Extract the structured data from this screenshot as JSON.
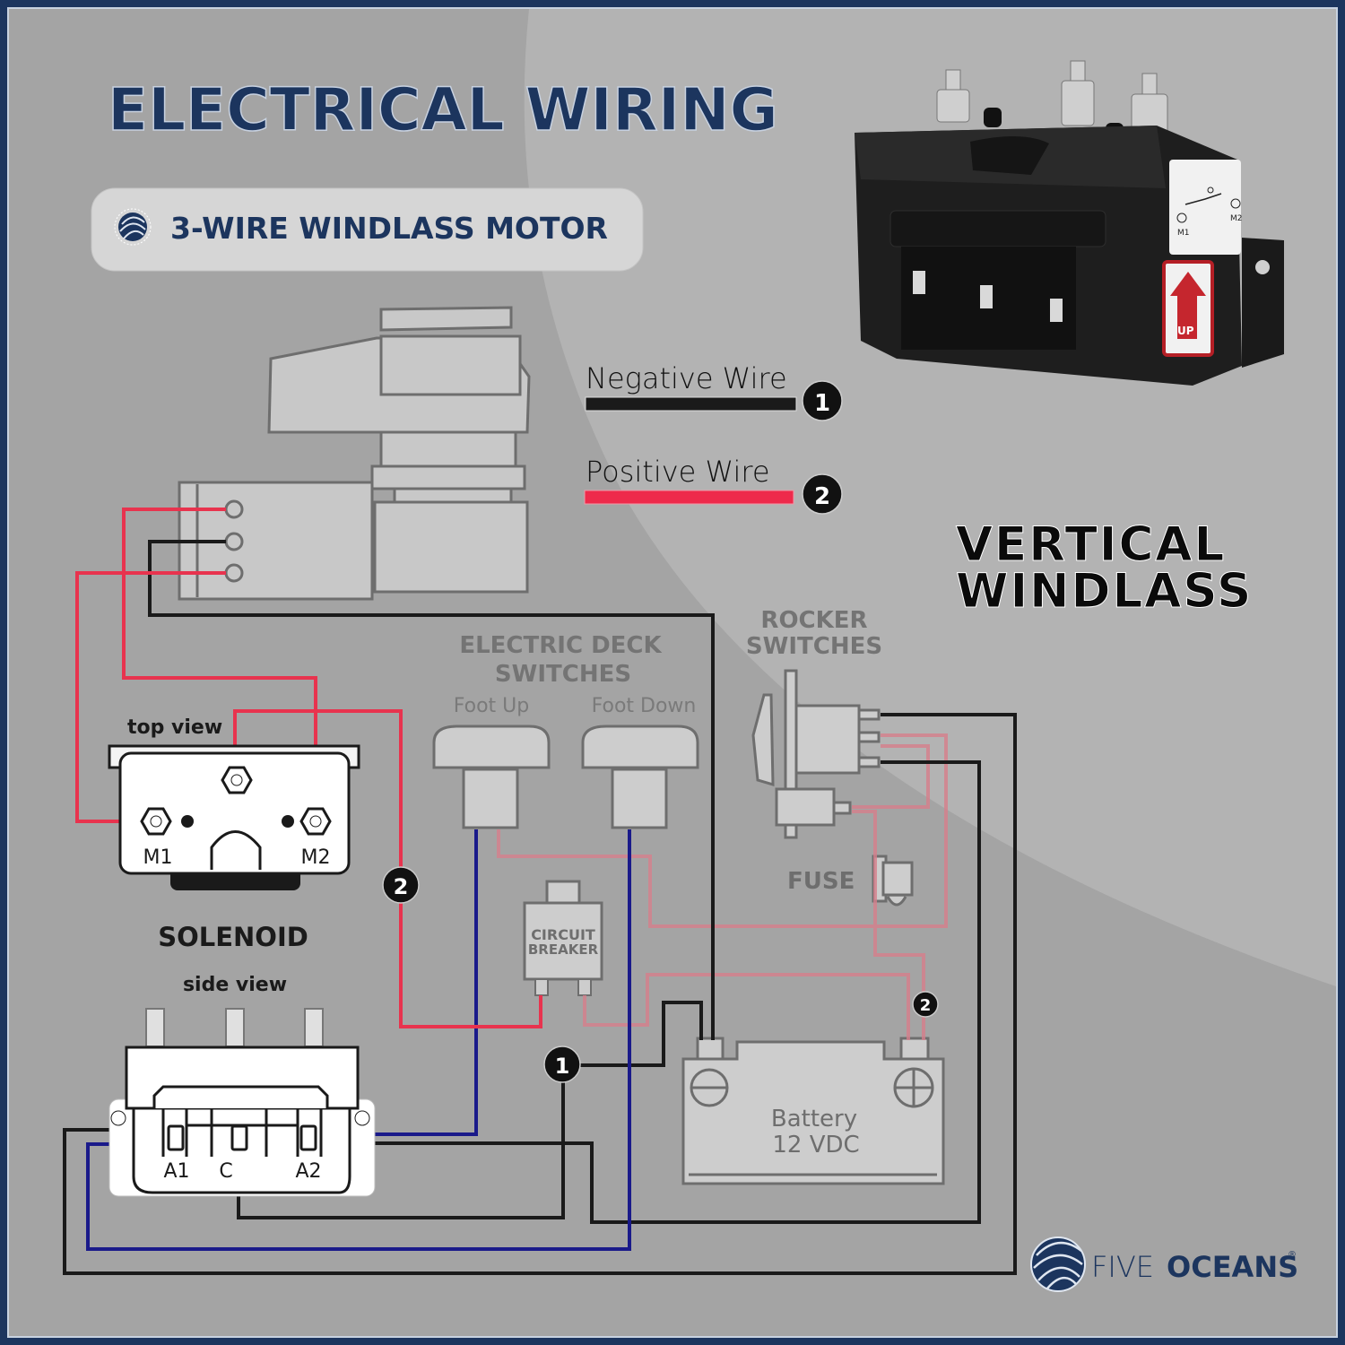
{
  "header": {
    "title": "ELECTRICAL WIRING",
    "subtitle_pill": "3-WIRE WINDLASS MOTOR",
    "pill_icon": "fiveoceans-wave-logo-icon"
  },
  "product_label": {
    "line1": "VERTICAL",
    "line2": "WINDLASS"
  },
  "legend": {
    "items": [
      {
        "label": "Negative Wire",
        "number": "1",
        "color": "#1a1a1a"
      },
      {
        "label": "Positive Wire",
        "number": "2",
        "color": "#ee2a4b"
      }
    ]
  },
  "photo": {
    "description": "Black solenoid relay box with three terminal studs",
    "sticker_left": "M1",
    "sticker_right": "M2",
    "up_label": "UP"
  },
  "solenoid": {
    "top_view_label": "top view",
    "title": "SOLENOID",
    "side_view_label": "side view",
    "terminal_m1": "M1",
    "terminal_m2": "M2",
    "terminal_a1": "A1",
    "terminal_c": "C",
    "terminal_a2": "A2"
  },
  "deck_switches": {
    "title_line1": "ELECTRIC DECK",
    "title_line2": "SWITCHES",
    "foot_up": "Foot Up",
    "foot_down": "Foot Down"
  },
  "rocker_switches": {
    "title_line1": "ROCKER",
    "title_line2": "SWITCHES",
    "fuse_label": "FUSE"
  },
  "circuit_breaker": {
    "line1": "CIRCUIT",
    "line2": "BREAKER"
  },
  "battery": {
    "line1": "Battery",
    "line2": "12 VDC",
    "negative_symbol": "⊖",
    "positive_symbol": "⊕"
  },
  "markers": {
    "positive_marker": "2",
    "negative_marker": "1"
  },
  "brand": {
    "light": "FIVE",
    "bold": "OCEANS",
    "registered": "®"
  },
  "colors": {
    "navy": "#1c355e",
    "positive": "#ee2a4b",
    "negative": "#1a1a1a",
    "control": "#1a1a8a",
    "background": "#a4a4a4"
  }
}
